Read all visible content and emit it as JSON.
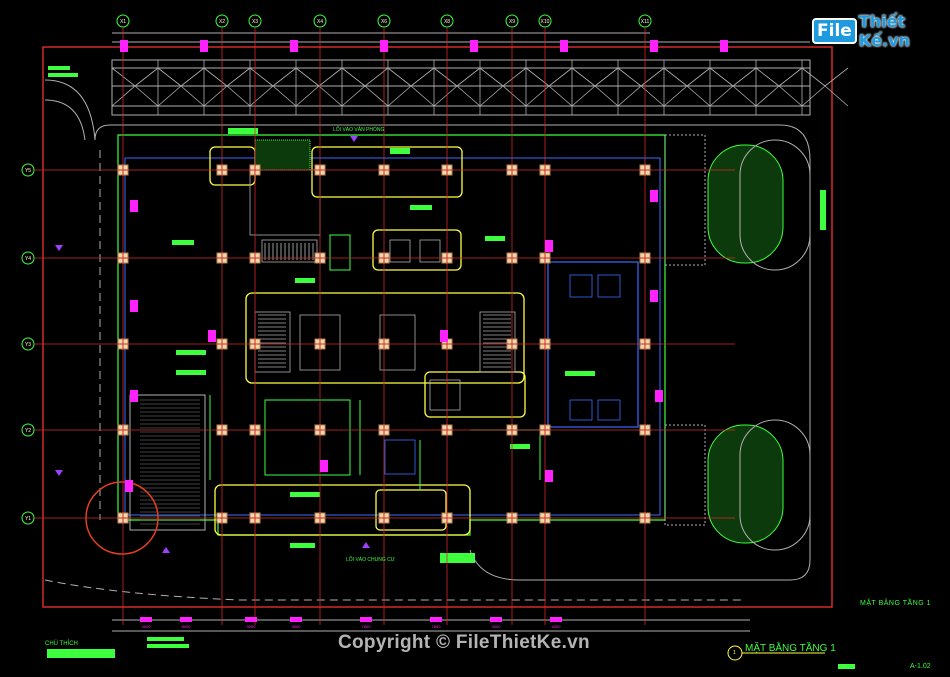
{
  "drawing": {
    "title": "MẶT BẰNG TẦNG 1",
    "title_small": "MẶT BẰNG TẦNG 1",
    "sheet_number": "A-1.02",
    "detail_marker": "1",
    "legend_label": "CHÚ THÍCH",
    "grid_x": [
      "X1",
      "X2",
      "X3",
      "X4",
      "X6",
      "X8",
      "X9",
      "X10",
      "X11"
    ],
    "grid_y": [
      "Y5",
      "Y4",
      "Y3",
      "Y2",
      "Y1"
    ],
    "labels": {
      "office_entrance": "LỐI VÀO VĂN PHÒNG",
      "apartment_entrance": "LỐI VÀO CHUNG CƯ"
    },
    "dimensions": [
      "4000",
      "8000",
      "3000",
      "3000",
      "7800",
      "7800",
      "3000",
      "4000"
    ],
    "colors": {
      "background": "#000000",
      "grid": "#d42a2a",
      "walls": "#3dff3d",
      "cores": "#ffff44",
      "dimensions": "#ff22ff",
      "structure": "#b0b0b0",
      "glazing": "#3a6cff"
    }
  },
  "watermark": {
    "logo_file": "File",
    "logo_rest": "Thiết Kế.vn",
    "copyright": "Copyright © FileThietKe.vn"
  }
}
